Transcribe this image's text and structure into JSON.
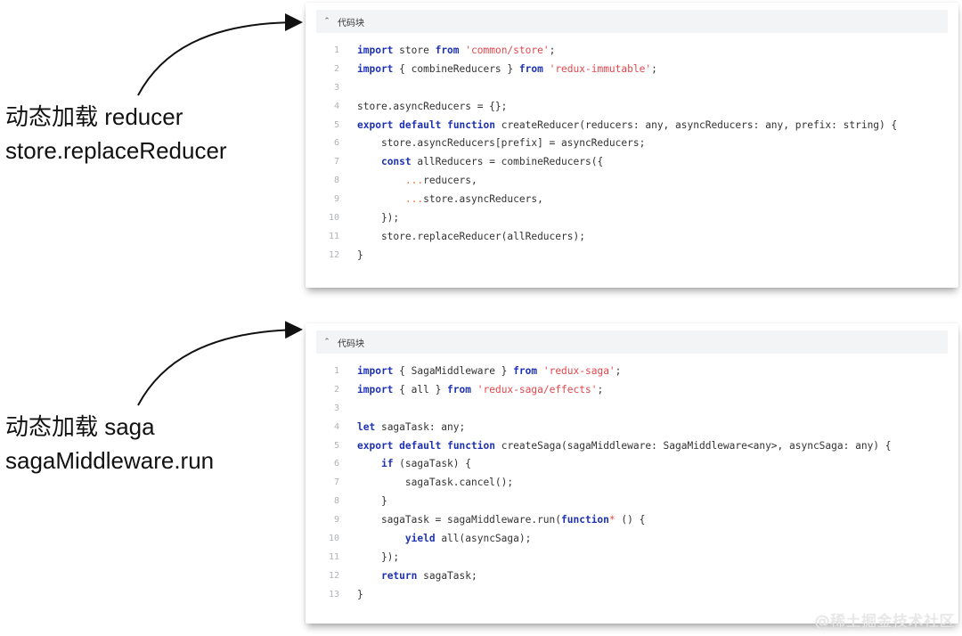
{
  "blocks": [
    {
      "label_lines": [
        "动态加载 reducer",
        "store.replaceReducer"
      ],
      "header": {
        "collapse_icon": "chevron-up-icon",
        "title": "代码块"
      },
      "lines": [
        {
          "n": "1",
          "tokens": [
            [
              "kw",
              "import"
            ],
            [
              "plain",
              " store "
            ],
            [
              "kw",
              "from"
            ],
            [
              "plain",
              " "
            ],
            [
              "str",
              "'common/store'"
            ],
            [
              "plain",
              ";"
            ]
          ]
        },
        {
          "n": "2",
          "tokens": [
            [
              "kw",
              "import"
            ],
            [
              "plain",
              " { combineReducers } "
            ],
            [
              "kw",
              "from"
            ],
            [
              "plain",
              " "
            ],
            [
              "str",
              "'redux-immutable'"
            ],
            [
              "plain",
              ";"
            ]
          ]
        },
        {
          "n": "3",
          "tokens": []
        },
        {
          "n": "4",
          "tokens": [
            [
              "plain",
              "store.asyncReducers = {};"
            ]
          ]
        },
        {
          "n": "5",
          "tokens": [
            [
              "kw",
              "export"
            ],
            [
              "plain",
              " "
            ],
            [
              "kw",
              "default"
            ],
            [
              "plain",
              " "
            ],
            [
              "kw",
              "function"
            ],
            [
              "plain",
              " createReducer(reducers: any, asyncReducers: any, prefix: string) {"
            ]
          ]
        },
        {
          "n": "6",
          "tokens": [
            [
              "plain",
              "    store.asyncReducers[prefix] = asyncReducers;"
            ]
          ]
        },
        {
          "n": "7",
          "tokens": [
            [
              "plain",
              "    "
            ],
            [
              "kw",
              "const"
            ],
            [
              "plain",
              " allReducers = combineReducers({"
            ]
          ]
        },
        {
          "n": "8",
          "tokens": [
            [
              "plain",
              "        "
            ],
            [
              "spread",
              "..."
            ],
            [
              "plain",
              "reducers,"
            ]
          ]
        },
        {
          "n": "9",
          "tokens": [
            [
              "plain",
              "        "
            ],
            [
              "spread",
              "..."
            ],
            [
              "plain",
              "store.asyncReducers,"
            ]
          ]
        },
        {
          "n": "10",
          "tokens": [
            [
              "plain",
              "    });"
            ]
          ]
        },
        {
          "n": "11",
          "tokens": [
            [
              "plain",
              "    store.replaceReducer(allReducers);"
            ]
          ]
        },
        {
          "n": "12",
          "tokens": [
            [
              "plain",
              "}"
            ]
          ]
        }
      ]
    },
    {
      "label_lines": [
        "动态加载 saga",
        "sagaMiddleware.run"
      ],
      "header": {
        "collapse_icon": "chevron-up-icon",
        "title": "代码块"
      },
      "lines": [
        {
          "n": "1",
          "tokens": [
            [
              "kw",
              "import"
            ],
            [
              "plain",
              " { SagaMiddleware } "
            ],
            [
              "kw",
              "from"
            ],
            [
              "plain",
              " "
            ],
            [
              "str",
              "'redux-saga'"
            ],
            [
              "plain",
              ";"
            ]
          ]
        },
        {
          "n": "2",
          "tokens": [
            [
              "kw",
              "import"
            ],
            [
              "plain",
              " { all } "
            ],
            [
              "kw",
              "from"
            ],
            [
              "plain",
              " "
            ],
            [
              "str",
              "'redux-saga/effects'"
            ],
            [
              "plain",
              ";"
            ]
          ]
        },
        {
          "n": "3",
          "tokens": []
        },
        {
          "n": "4",
          "tokens": [
            [
              "kw",
              "let"
            ],
            [
              "plain",
              " sagaTask: any;"
            ]
          ]
        },
        {
          "n": "5",
          "tokens": [
            [
              "kw",
              "export"
            ],
            [
              "plain",
              " "
            ],
            [
              "kw",
              "default"
            ],
            [
              "plain",
              " "
            ],
            [
              "kw",
              "function"
            ],
            [
              "plain",
              " createSaga(sagaMiddleware: SagaMiddleware<any>, asyncSaga: any) {"
            ]
          ]
        },
        {
          "n": "6",
          "tokens": [
            [
              "plain",
              "    "
            ],
            [
              "kw",
              "if"
            ],
            [
              "plain",
              " (sagaTask) {"
            ]
          ]
        },
        {
          "n": "7",
          "tokens": [
            [
              "plain",
              "        sagaTask.cancel();"
            ]
          ]
        },
        {
          "n": "8",
          "tokens": [
            [
              "plain",
              "    }"
            ]
          ]
        },
        {
          "n": "9",
          "tokens": [
            [
              "plain",
              "    sagaTask = sagaMiddleware.run("
            ],
            [
              "kw",
              "function"
            ],
            [
              "str",
              "*"
            ],
            [
              "plain",
              " () {"
            ]
          ]
        },
        {
          "n": "10",
          "tokens": [
            [
              "plain",
              "        "
            ],
            [
              "kw",
              "yield"
            ],
            [
              "plain",
              " all(asyncSaga);"
            ]
          ]
        },
        {
          "n": "11",
          "tokens": [
            [
              "plain",
              "    });"
            ]
          ]
        },
        {
          "n": "12",
          "tokens": [
            [
              "plain",
              "    "
            ],
            [
              "kw",
              "return"
            ],
            [
              "plain",
              " sagaTask;"
            ]
          ]
        },
        {
          "n": "13",
          "tokens": [
            [
              "plain",
              "}"
            ]
          ]
        }
      ]
    }
  ],
  "watermark": "@稀土掘金技术社区"
}
